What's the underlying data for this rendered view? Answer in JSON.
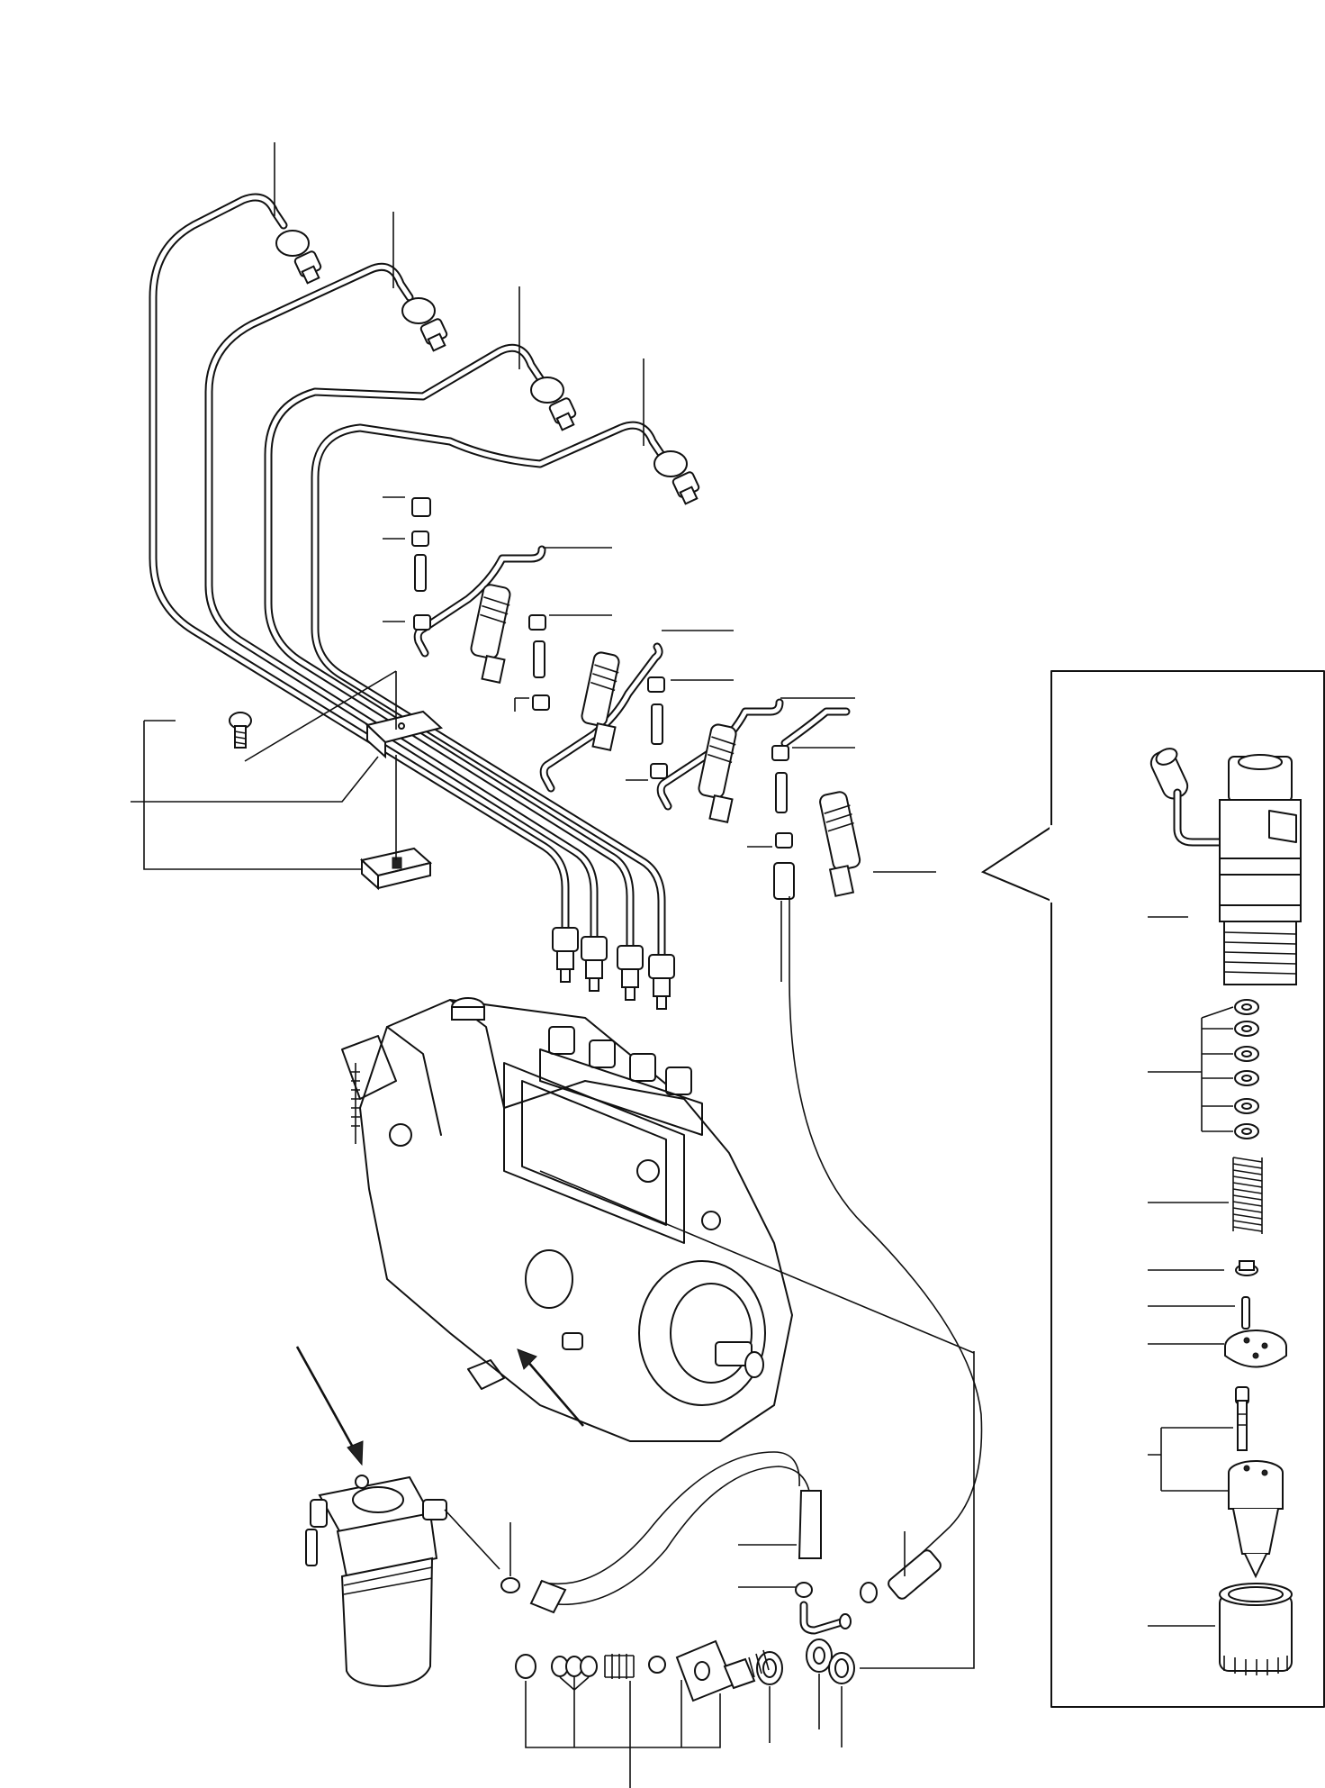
{
  "diagram": {
    "kind": "exploded parts diagram",
    "background": "#ffffff",
    "line_color": "#111111",
    "groups": [
      "high-pressure-lines",
      "line-clamp",
      "injector-nozzles",
      "injection-pump",
      "fuel-filter",
      "check-valve-parts",
      "nozzle-detail-inset"
    ]
  }
}
